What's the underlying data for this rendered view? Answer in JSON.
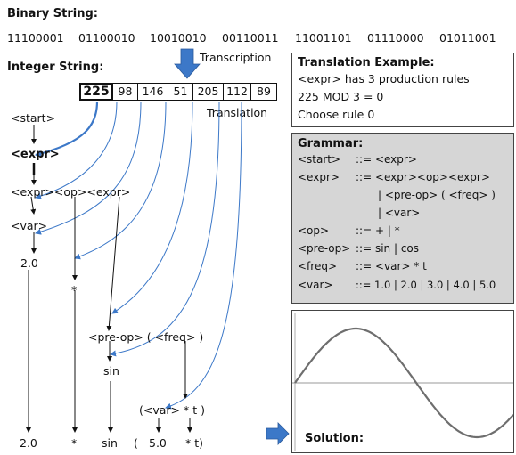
{
  "binary": {
    "title": "Binary String:",
    "bytes": [
      "11100001",
      "01100010",
      "10010010",
      "00110011",
      "11001101",
      "01110000",
      "01011001"
    ]
  },
  "integer": {
    "title": "Integer String:",
    "values": [
      "225",
      "98",
      "146",
      "51",
      "205",
      "112",
      "89"
    ]
  },
  "labels": {
    "transcription": "Transcription",
    "translation": "Translation"
  },
  "derivation": {
    "start": "<start>",
    "expr": "<expr>",
    "expr_op_expr": "<expr><op><expr>",
    "var": "<var>",
    "val_2": "2.0",
    "star": "*",
    "preop_freq": "<pre-op> ( <freq> )",
    "sin": "sin",
    "var_t": "(<var>  *  t )",
    "final": {
      "a": "2.0",
      "b": "*",
      "c": "sin",
      "d": "(",
      "e": "5.0",
      "f": "* t)"
    }
  },
  "example": {
    "title": "Translation Example:",
    "lines": [
      "<expr> has 3 production rules",
      "225 MOD 3 = 0",
      "Choose rule 0"
    ]
  },
  "grammar": {
    "title": "Grammar:",
    "rules": [
      {
        "lhs": "<start>",
        "rhs": "::= <expr>"
      },
      {
        "lhs": "<expr>",
        "rhs": "::= <expr><op><expr>"
      },
      {
        "lhs": "",
        "rhs": "| <pre-op> ( <freq> )"
      },
      {
        "lhs": "",
        "rhs": "| <var>"
      },
      {
        "lhs": "<op>",
        "rhs": "::= + | *"
      },
      {
        "lhs": "<pre-op>",
        "rhs": "::= sin | cos"
      },
      {
        "lhs": "<freq>",
        "rhs": "::= <var> * t"
      },
      {
        "lhs": "<var>",
        "rhs": "::= 1.0 | 2.0 | 3.0 | 4.0 | 5.0"
      }
    ]
  },
  "solution": {
    "label": "Solution:"
  },
  "colors": {
    "arrow_blue": "#3c78c8",
    "gray_box": "#d6d6d6",
    "curve": "#6e6e6e",
    "axis": "#9a9a9a"
  }
}
